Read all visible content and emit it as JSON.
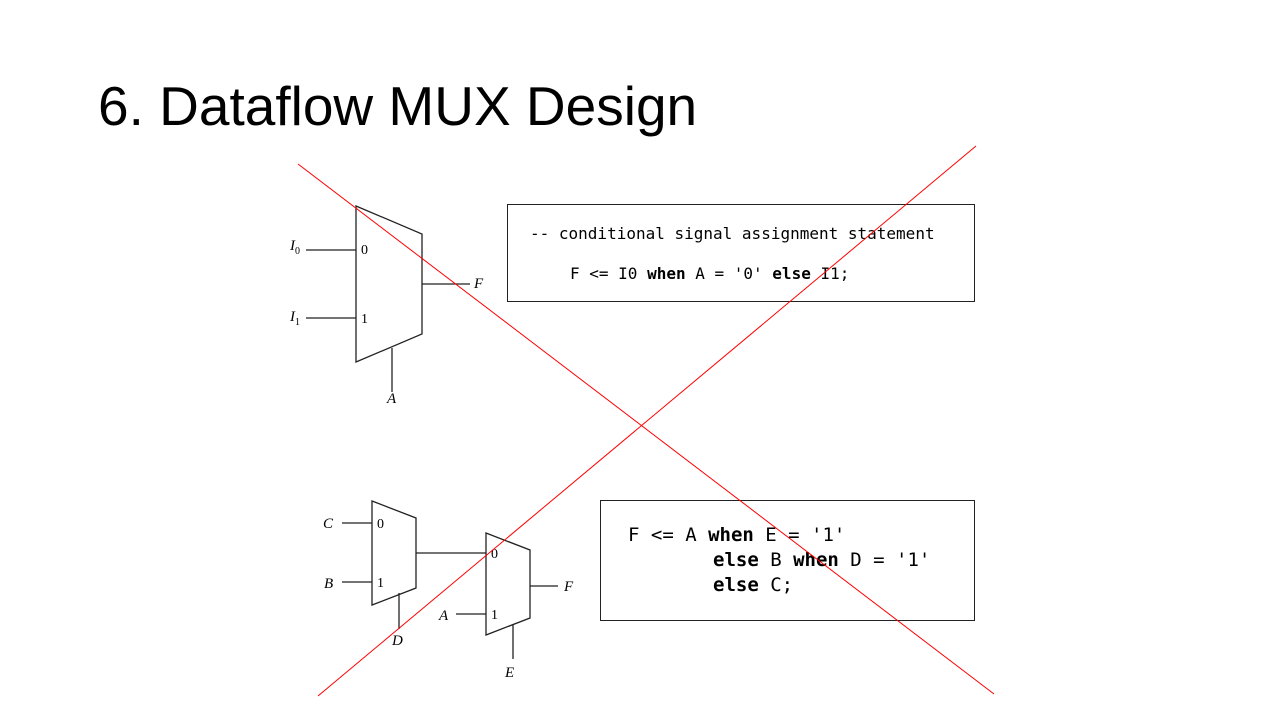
{
  "slide": {
    "title": "6. Dataflow MUX Design"
  },
  "mux1": {
    "input0_label": "I",
    "input0_sub": "0",
    "input1_label": "I",
    "input1_sub": "1",
    "port0": "0",
    "port1": "1",
    "output_label": "F",
    "select_label": "A"
  },
  "code1": {
    "comment": "-- conditional signal assignment statement",
    "stmt": {
      "part1": "F <= I0 ",
      "kw1": "when",
      "part2": " A = '0' ",
      "kw2": "else",
      "part3": " I1;"
    }
  },
  "mux2": {
    "first": {
      "input0_label": "C",
      "input1_label": "B",
      "port0": "0",
      "port1": "1",
      "select_label": "D"
    },
    "second": {
      "input1_label": "A",
      "port0": "0",
      "port1": "1",
      "output_label": "F",
      "select_label": "E"
    }
  },
  "code2": {
    "line1": {
      "part1": "F <= A ",
      "kw1": "when",
      "part2": " E = '1'"
    },
    "line2": {
      "kw1": "else",
      "part1": " B ",
      "kw2": "when",
      "part2": " D = '1'"
    },
    "line3": {
      "kw1": "else",
      "part1": " C;"
    }
  },
  "colors": {
    "cross_line": "#ff0000",
    "stroke": "#222222"
  }
}
